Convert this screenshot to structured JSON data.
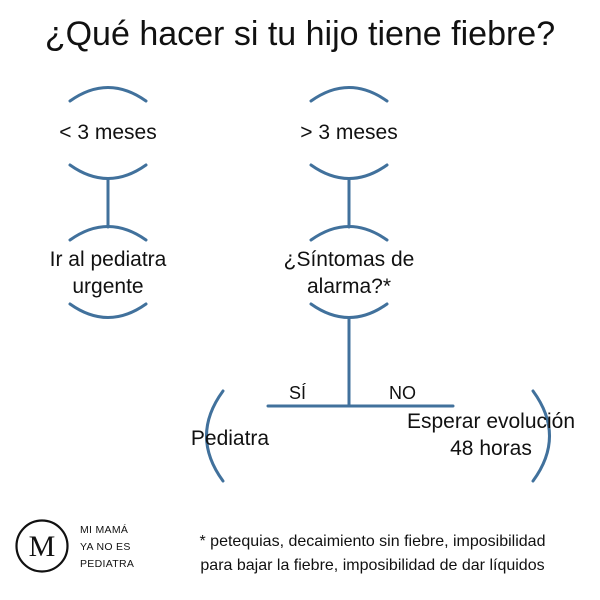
{
  "title": "¿Qué hacer si tu hijo tiene fiebre?",
  "nodes": {
    "under3": "< 3 meses",
    "over3": "> 3 meses",
    "pediatra_urgente": [
      "Ir al pediatra",
      "urgente"
    ],
    "sintomas": [
      "¿Síntomas de",
      "alarma?*"
    ],
    "pediatra": "Pediatra",
    "esperar": [
      "Esperar evolución",
      "48 horas"
    ]
  },
  "edge_labels": {
    "si": "SÍ",
    "no": "NO"
  },
  "logo": {
    "monogram": "M",
    "lines": [
      "MI MAMÁ",
      "YA NO ES",
      "PEDIATRA"
    ]
  },
  "footnote": [
    "* petequias, decaimiento sin fiebre, imposibilidad",
    "para bajar la fiebre, imposibilidad de dar líquidos"
  ],
  "colors": {
    "connector": "#41719c",
    "text": "#111111"
  }
}
